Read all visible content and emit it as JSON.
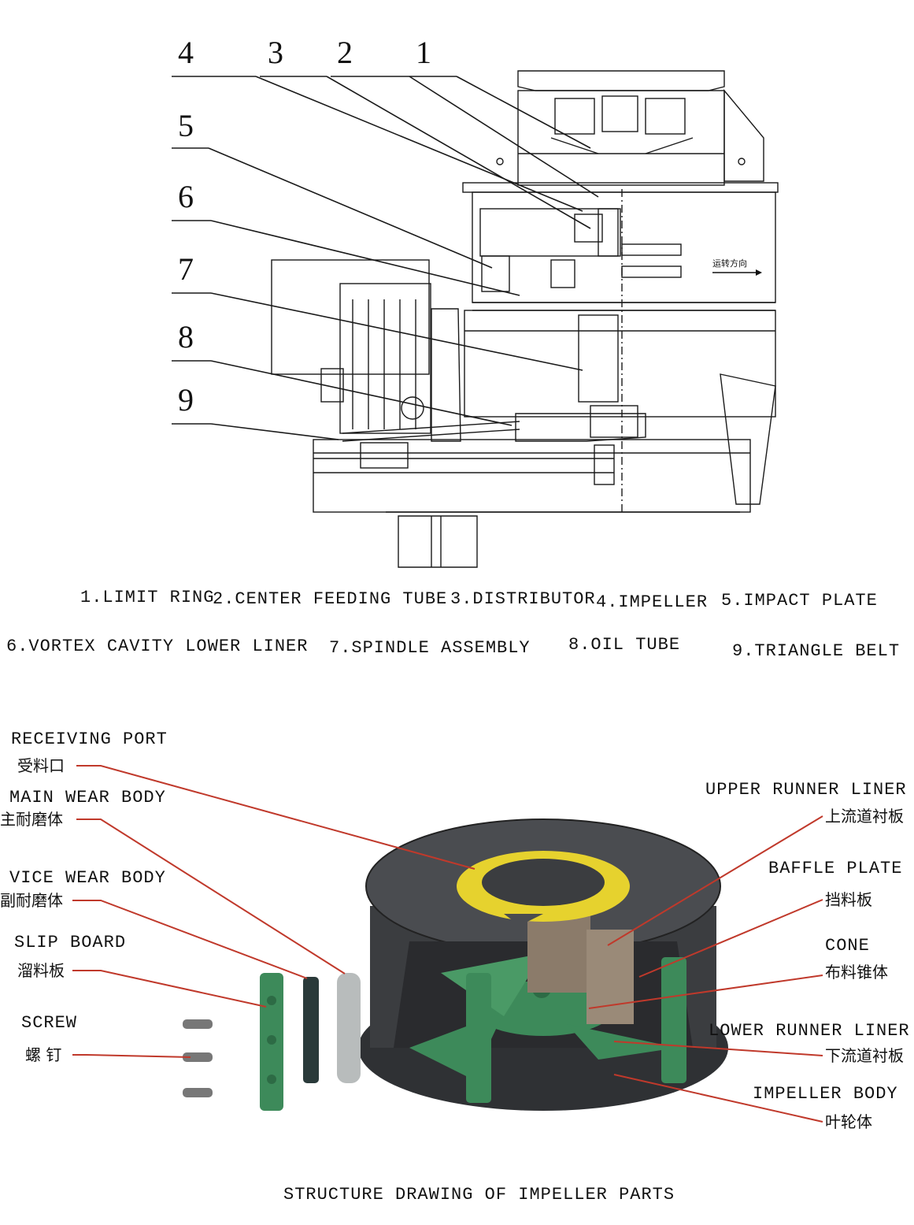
{
  "callout_numbers": [
    "4",
    "3",
    "2",
    "1",
    "5",
    "6",
    "7",
    "8",
    "9"
  ],
  "machine_text": "运转方向",
  "legend": [
    "1.LIMIT RING",
    "2.CENTER FEEDING TUBE",
    "3.DISTRIBUTOR",
    "4.IMPELLER",
    "5.IMPACT PLATE",
    "6.VORTEX CAVITY LOWER LINER",
    "7.SPINDLE ASSEMBLY",
    "8.OIL TUBE",
    "9.TRIANGLE BELT"
  ],
  "parts_left": [
    {
      "en": "RECEIVING PORT",
      "zh": "受料口"
    },
    {
      "en": "MAIN WEAR BODY",
      "zh": "主耐磨体"
    },
    {
      "en": "VICE WEAR BODY",
      "zh": "副耐磨体"
    },
    {
      "en": "SLIP BOARD",
      "zh": "溜料板"
    },
    {
      "en": "SCREW",
      "zh": "螺 钉"
    }
  ],
  "parts_right": [
    {
      "en": "UPPER RUNNER LINER",
      "zh": "上流道衬板"
    },
    {
      "en": "BAFFLE PLATE",
      "zh": "挡料板"
    },
    {
      "en": "CONE",
      "zh": "布料锥体"
    },
    {
      "en": "LOWER RUNNER LINER",
      "zh": "下流道衬板"
    },
    {
      "en": "IMPELLER BODY",
      "zh": "叶轮体"
    }
  ],
  "caption": "STRUCTURE DRAWING OF IMPELLER PARTS",
  "colors": {
    "line": "#1a1a1a",
    "leader": "#c0392b",
    "body_dark": "#3b3d40",
    "liner_green": "#3d8a5a",
    "ring_yellow": "#e6d22e"
  }
}
